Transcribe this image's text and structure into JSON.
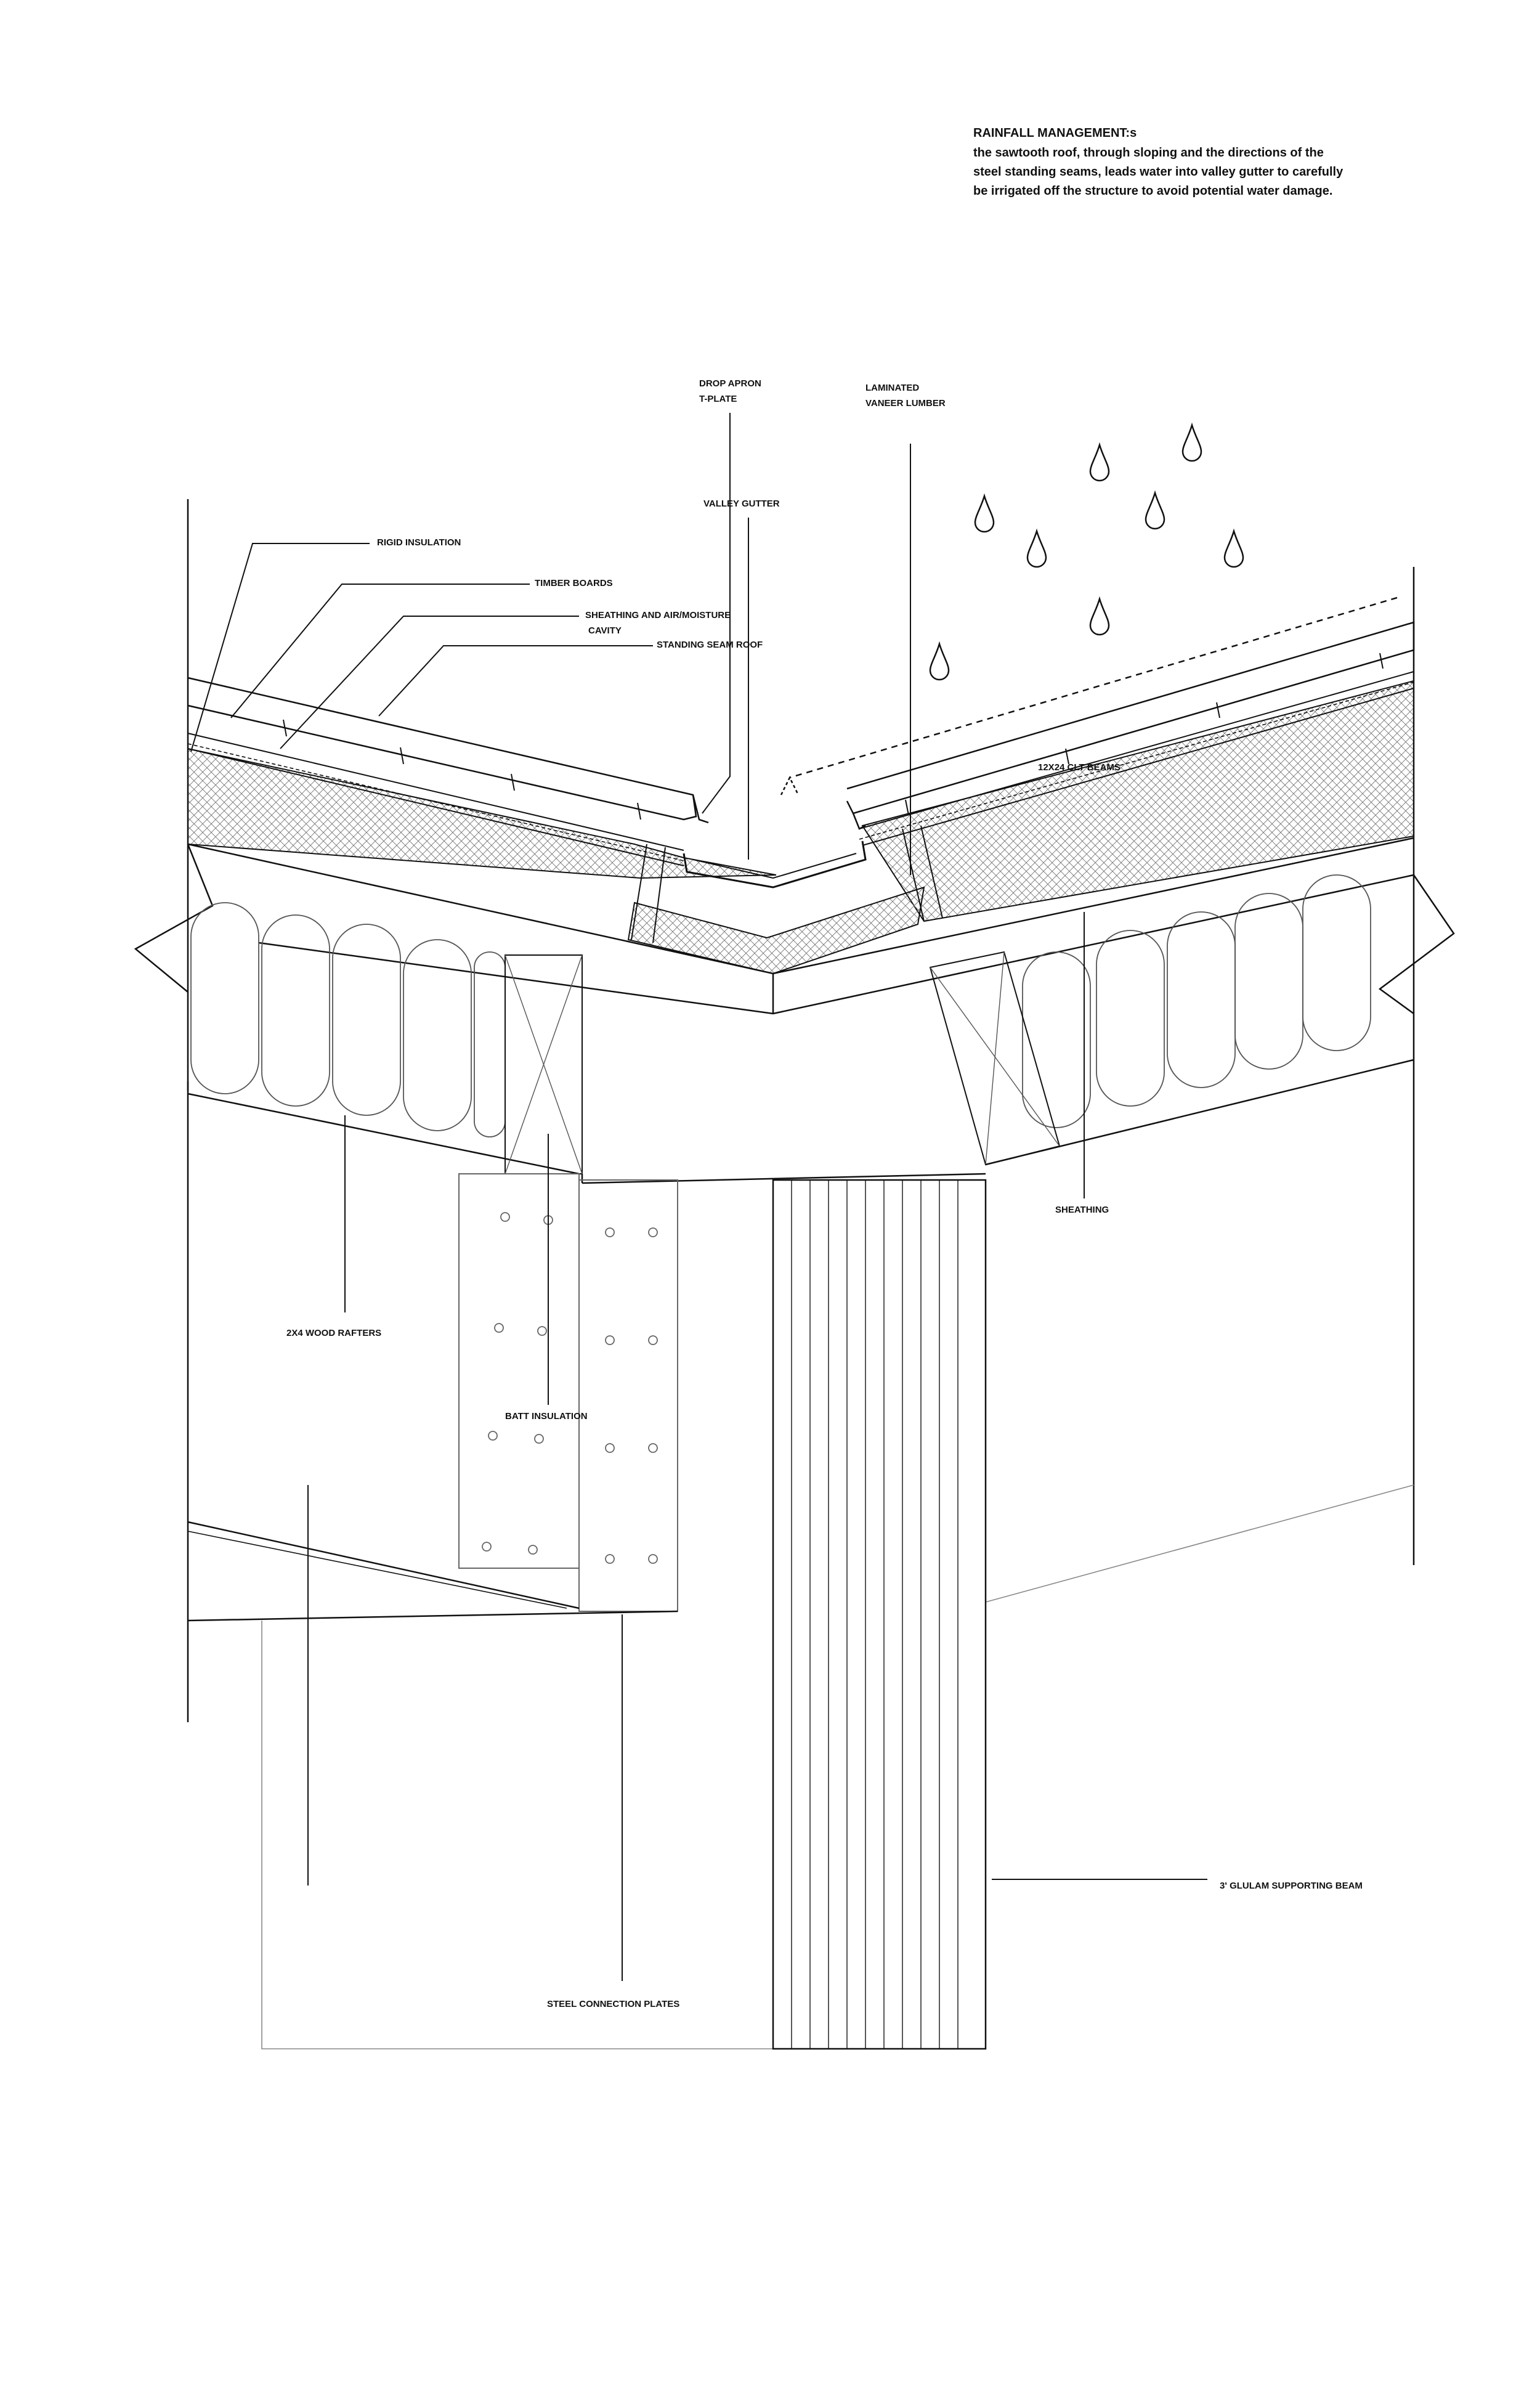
{
  "note": {
    "title": "RAINFALL MANAGEMENT:s",
    "lines": [
      "the sawtooth roof, through sloping and the directions of the",
      "steel standing seams, leads water into valley gutter to carefully",
      "be irrigated off the structure to avoid potential water damage."
    ]
  },
  "labels": {
    "drop_apron_1": "DROP APRON",
    "drop_apron_2": "T-PLATE",
    "lvl_1": "LAMINATED",
    "lvl_2": "VANEER LUMBER",
    "valley_gutter": "VALLEY GUTTER",
    "rigid_insulation": "RIGID INSULATION",
    "timber_boards": "TIMBER BOARDS",
    "sheathing_air_1": "SHEATHING AND AIR/MOISTURE",
    "sheathing_air_2": "CAVITY",
    "standing_seam": "STANDING SEAM ROOF",
    "clt_beams": "12X24 CLT BEAMS",
    "sheathing": "SHEATHING",
    "wood_rafters": "2X4 WOOD RAFTERS",
    "batt_insulation": "BATT INSULATION",
    "glulam": "3' GLULAM SUPPORTING BEAM",
    "steel_plates": "STEEL CONNECTION PLATES"
  }
}
